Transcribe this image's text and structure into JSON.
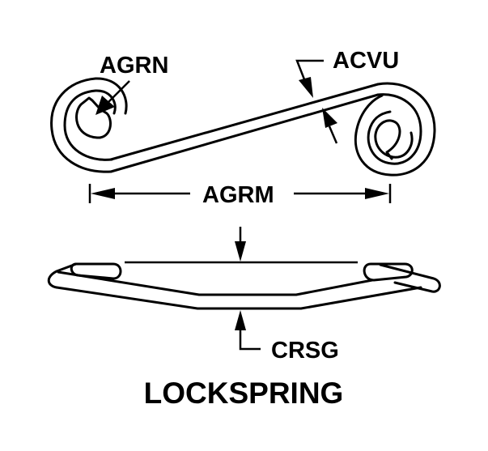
{
  "diagram": {
    "title": "LOCKSPRING",
    "callouts": {
      "agrn": "AGRN",
      "acvu": "ACVU",
      "agrm": "AGRM",
      "crsg": "CRSG"
    },
    "colors": {
      "line": "#000000",
      "background": "#ffffff"
    }
  }
}
